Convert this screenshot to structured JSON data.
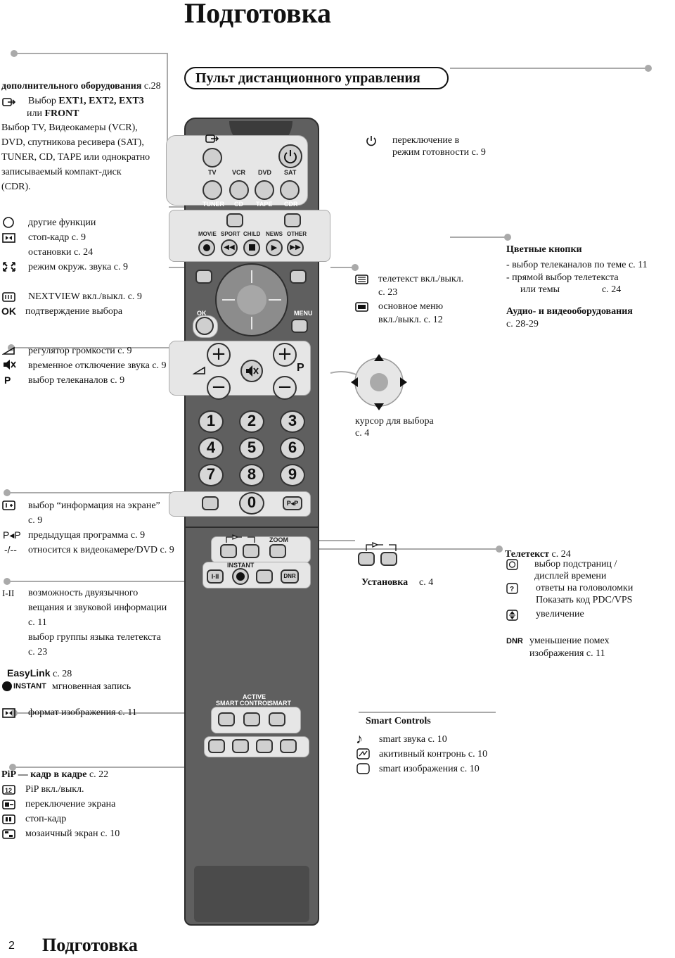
{
  "page_title": "Подготовка",
  "footer": {
    "page_number": "2",
    "title": "Подготовка"
  },
  "section_title": "Пульт дистанционного управления",
  "left": {
    "ext_header_bold": "дополнительного оборудования",
    "ext_header_ref": " с.28",
    "ext_line1a": "Выбор ",
    "ext_line1b": "EXT1, EXT2, EXT3",
    "ext_line2a": "или ",
    "ext_line2b": "FRONT",
    "src_line1": "Выбор TV, Видеокамеры (VCR),",
    "src_line2": "DVD, спутникова ресивера (SAT),",
    "src_line3": "TUNER, CD, TAPE или однократно",
    "src_line4": "записываемый компакт-диск",
    "src_line5": "(CDR).",
    "other_func": "другие функции",
    "freeze": "стоп-кадр  с. 9",
    "stop": "остановки   с. 24",
    "surround": "режим окруж. звука  с. 9",
    "nextview": "NEXTVIEW вкл./выкл.   с. 9",
    "ok_label": "OK",
    "ok_text": "подтверждение выбора",
    "volume": "регулятор громкости  с. 9",
    "mute": "временное отключение звука  с. 9",
    "p_label": "P",
    "prog_select": "выбор телеканалов   с. 9",
    "info_line1": "выбор “информация на экране”",
    "info_line2": "с. 9",
    "pp_label": "P◂P",
    "prev_prog": "предыдущая программа  с. 9",
    "dash_label": "-/--",
    "camcorder": "относится к видеокамере/DVD  с. 9",
    "dual_label": "I-II",
    "dual_line1": "возможность двуязычного",
    "dual_line2": "вещания и звуковой информации",
    "dual_line3": "с. 11",
    "dual_line4": "выбор группы языка телетекста",
    "dual_line5": "с. 23",
    "easylink_a": "EasyLink",
    "easylink_b": "  с. 28",
    "instant_label": "INSTANT",
    "instant_text": "мгновенная запись",
    "format": "формат изображения  с. 11",
    "pip_header_bold": "PiP  — кадр в кадре",
    "pip_header_ref": "  с. 22",
    "pip_onoff": "PiP вкл./выкл.",
    "pip_switch": "переключение экрана",
    "pip_freeze": "стоп-кадр",
    "pip_mosaic": "мозаичный экран  с. 10"
  },
  "right": {
    "standby_line1": "переключение в",
    "standby_line2": "режим готовности  с. 9",
    "color_header": "Цветные кнопки",
    "color_line1": "-  выбор телеканалов по теме   с. 11",
    "color_line2": "-  прямой выбор телетекста",
    "color_line3": "или темы",
    "color_line3_ref": "с. 24",
    "av_header": "Аудио- и видеооборудования",
    "av_ref": "с. 28-29",
    "teletext_line1": "телетекст вкл./выкл.",
    "teletext_line2": "с. 23",
    "menu_line1": "основное меню",
    "menu_line2": "вкл./выкл.   с. 12",
    "cursor_line1": "курсор для выбора",
    "cursor_line2": "с. 4",
    "setup_bold": "Установка",
    "setup_ref": "с. 4",
    "ttx_header_bold": "Телетекст",
    "ttx_header_ref": "  с. 24",
    "ttx_sub1": "выбор подстраниц /",
    "ttx_sub2": "дисплей времени",
    "ttx_reveal1": "ответы на головоломки",
    "ttx_reveal2": "Показать код PDC/VPS",
    "ttx_zoom": "увеличение",
    "dnr_label": "DNR",
    "dnr1": "уменьшение помех",
    "dnr2": "изображения  с. 11",
    "smart_header": "Smart Controls",
    "smart_sound": "smart звука    с. 10",
    "active_contrast": "акитивный контронь  с. 10",
    "smart_picture": "smart изображения  с. 10"
  },
  "remote": {
    "src_labels": [
      "TV",
      "VCR",
      "DVD",
      "SAT"
    ],
    "src_labels2": [
      "TUNER",
      "CD",
      "TAPE",
      "CDR"
    ],
    "theme_labels": [
      "MOVIE",
      "SPORT",
      "CHILD",
      "NEWS",
      "OTHER"
    ],
    "ok": "OK",
    "menu": "MENU",
    "p": "P",
    "digits": [
      "1",
      "2",
      "3",
      "4",
      "5",
      "6",
      "7",
      "8",
      "9",
      "0"
    ],
    "pp": "P◂P",
    "zoom": "ZOOM",
    "instant": "INSTANT",
    "dnr": "DNR",
    "dual": "I-II",
    "active": "ACTIVE",
    "smart_left": "SMART",
    "control": "CONTROL",
    "smart_right": "SMART"
  },
  "colors": {
    "panel": "#e6e6e6",
    "remote_body": "#5f5f5f",
    "remote_dark": "#3c3c3c",
    "line": "#aaaaaa"
  }
}
